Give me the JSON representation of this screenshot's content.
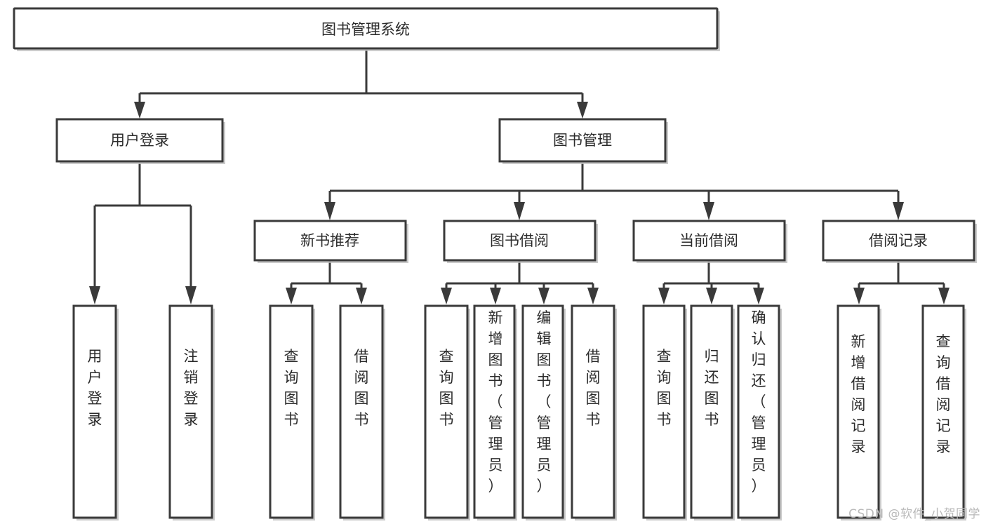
{
  "diagram": {
    "title": "图书管理系统",
    "type": "tree",
    "watermark": "CSDN @软件_小贺同学",
    "colors": {
      "stroke": "#3a3a3a",
      "fill": "#ffffff",
      "text": "#2b2b2b",
      "shadow": "#b8b8b8",
      "watermark": "#b9b9b9"
    },
    "levels": {
      "root": {
        "label": "图书管理系统"
      },
      "level2": [
        {
          "label": "用户登录"
        },
        {
          "label": "图书管理"
        }
      ],
      "level3": [
        {
          "label": "新书推荐"
        },
        {
          "label": "图书借阅"
        },
        {
          "label": "当前借阅"
        },
        {
          "label": "借阅记录"
        }
      ],
      "leaves": {
        "user_login": [
          {
            "label": "用户登录"
          },
          {
            "label": "注销登录"
          }
        ],
        "new_book_recommend": [
          {
            "label": "查询图书"
          },
          {
            "label": "借阅图书"
          }
        ],
        "book_borrow": [
          {
            "label": "查询图书"
          },
          {
            "label": "新增图书（管理员）"
          },
          {
            "label": "编辑图书（管理员）"
          },
          {
            "label": "借阅图书"
          }
        ],
        "current_borrow": [
          {
            "label": "查询图书"
          },
          {
            "label": "归还图书"
          },
          {
            "label": "确认归还（管理员）"
          }
        ],
        "borrow_record": [
          {
            "label": "新增借阅记录"
          },
          {
            "label": "查询借阅记录"
          }
        ]
      }
    }
  }
}
